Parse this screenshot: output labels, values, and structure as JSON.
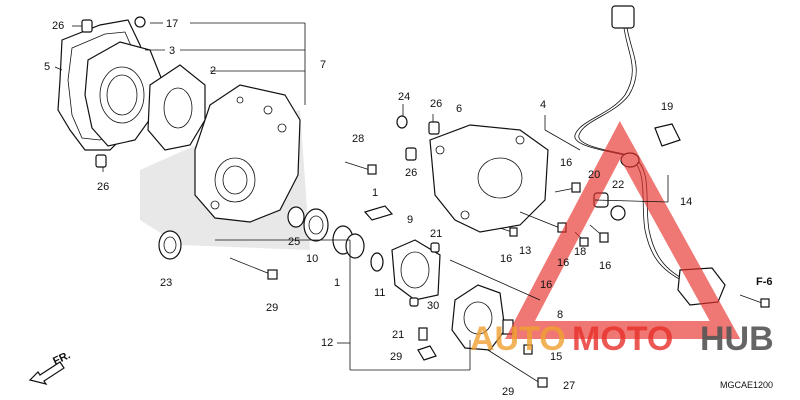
{
  "diagram": {
    "callouts": [
      "26",
      "17",
      "3",
      "2",
      "5",
      "7",
      "24",
      "26",
      "6",
      "4",
      "26",
      "28",
      "16",
      "19",
      "20",
      "22",
      "26",
      "16",
      "14",
      "1",
      "9",
      "21",
      "25",
      "10",
      "1",
      "11",
      "23",
      "29",
      "18",
      "16",
      "13",
      "16",
      "16",
      "F-6",
      "30",
      "21",
      "12",
      "8",
      "29",
      "15",
      "27",
      "29"
    ],
    "direction_label": "FR.",
    "ref_code": "MGCAE1200"
  },
  "watermark": {
    "text_a": "AUTO",
    "text_b": "MOTO",
    "text_c": "HUB",
    "color_red": "#e8302a",
    "color_orange": "#f0a030",
    "color_gray": "#555555"
  }
}
